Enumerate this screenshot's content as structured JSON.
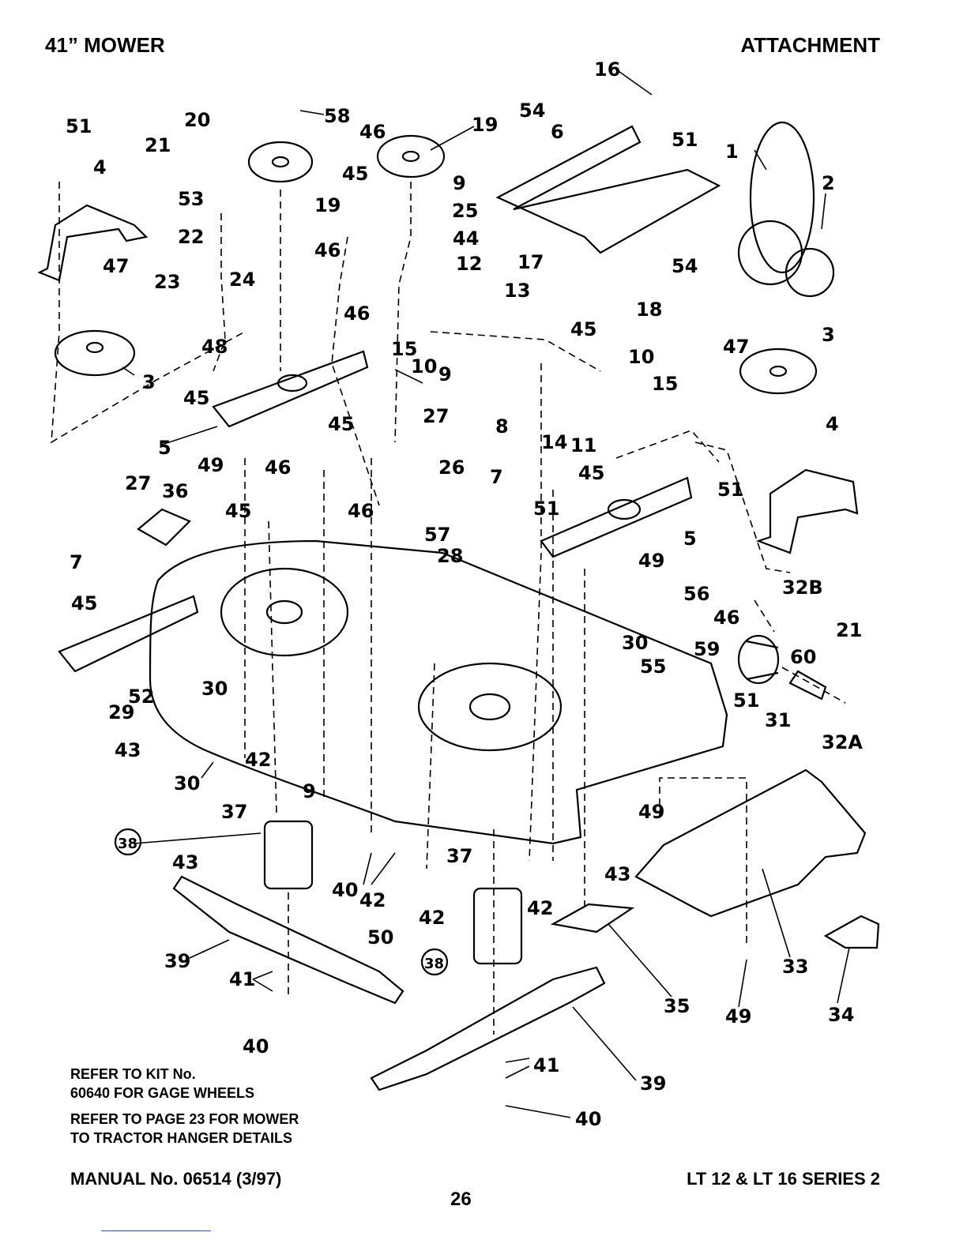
{
  "header": {
    "title_left": "41” MOWER",
    "title_right": "ATTACHMENT"
  },
  "notes": {
    "kit_line1": "REFER TO KIT No.",
    "kit_line2": "60640 FOR GAGE WHEELS",
    "hanger_line1": "REFER TO PAGE 23 FOR MOWER",
    "hanger_line2": "TO TRACTOR HANGER DETAILS"
  },
  "footer": {
    "manual": "MANUAL No. 06514 (3/97)",
    "model": "LT 12 & LT 16 SERIES 2",
    "page_number": "26"
  },
  "callouts": [
    "1",
    "2",
    "3",
    "3",
    "4",
    "4",
    "5",
    "5",
    "6",
    "7",
    "7",
    "8",
    "9",
    "9",
    "9",
    "10",
    "10",
    "11",
    "12",
    "13",
    "14",
    "15",
    "15",
    "16",
    "17",
    "18",
    "19",
    "19",
    "20",
    "21",
    "21",
    "22",
    "23",
    "24",
    "25",
    "26",
    "27",
    "27",
    "28",
    "29",
    "30",
    "30",
    "30",
    "31",
    "32A",
    "32B",
    "33",
    "34",
    "35",
    "36",
    "37",
    "37",
    "38",
    "38",
    "39",
    "39",
    "40",
    "40",
    "40",
    "41",
    "41",
    "42",
    "42",
    "42",
    "42",
    "42",
    "43",
    "43",
    "43",
    "44",
    "45",
    "45",
    "45",
    "45",
    "45",
    "45",
    "45",
    "46",
    "46",
    "46",
    "46",
    "46",
    "46",
    "47",
    "47",
    "48",
    "49",
    "49",
    "49",
    "49",
    "50",
    "51",
    "51",
    "51",
    "51",
    "51",
    "52",
    "53",
    "54",
    "54",
    "55",
    "56",
    "57",
    "58",
    "59",
    "60"
  ]
}
